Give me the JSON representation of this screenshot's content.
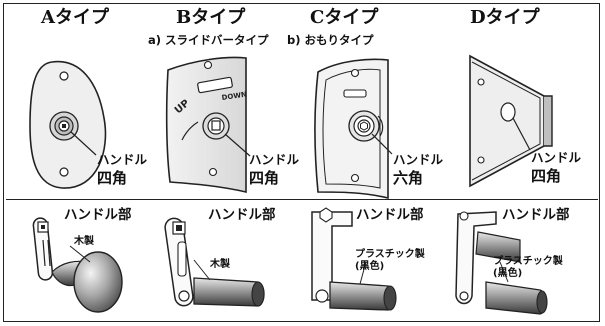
{
  "types": [
    {
      "title": "Aタイプ",
      "subtitle": "",
      "handle_label": "ハンドル",
      "socket_shape": "四角"
    },
    {
      "title": "Bタイプ",
      "subtitle": "a) スライドバータイプ",
      "handle_label": "ハンドル",
      "socket_shape": "四角",
      "arrow_labels": {
        "up": "UP",
        "down": "DOWN"
      }
    },
    {
      "title": "Cタイプ",
      "subtitle": "b) おもりタイプ",
      "handle_label": "ハンドル",
      "socket_shape": "六角"
    },
    {
      "title": "Dタイプ",
      "subtitle": "",
      "handle_label": "ハンドル",
      "socket_shape": "四角"
    }
  ],
  "handles": [
    {
      "part_label": "ハンドル部",
      "material": "木製",
      "material_color": ""
    },
    {
      "part_label": "ハンドル部",
      "material": "木製",
      "material_color": ""
    },
    {
      "part_label": "ハンドル部",
      "material": "プラスチック製",
      "material_color": "(黒色)"
    },
    {
      "part_label": "ハンドル部",
      "material": "プラスチック製",
      "material_color": "(黒色)"
    }
  ]
}
